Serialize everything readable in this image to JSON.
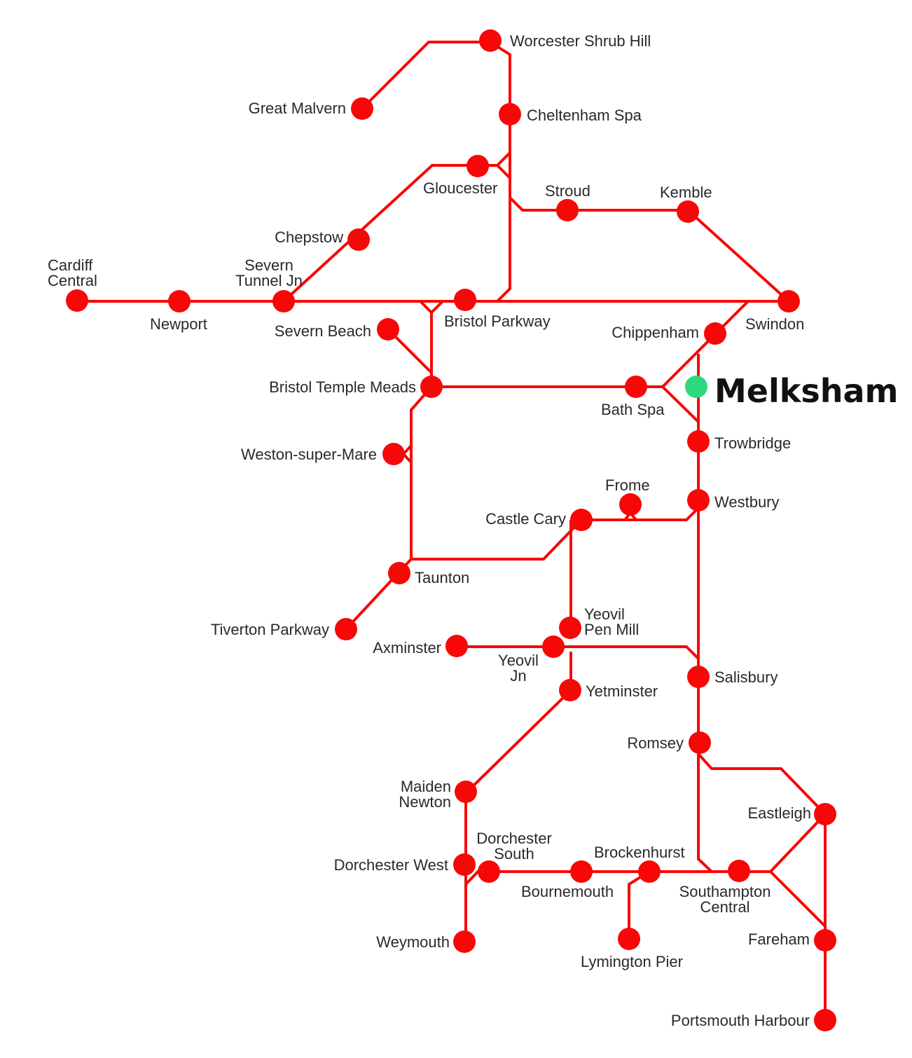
{
  "colors": {
    "line": "#f70808",
    "station": "#f70808",
    "highlight": "#2ed87e",
    "label": "#2a2a2a"
  },
  "stations": [
    {
      "id": "worcester-shrub-hill",
      "label": [
        "Worcester Shrub Hill"
      ]
    },
    {
      "id": "great-malvern",
      "label": [
        "Great Malvern"
      ]
    },
    {
      "id": "cheltenham-spa",
      "label": [
        "Cheltenham Spa"
      ]
    },
    {
      "id": "gloucester",
      "label": [
        "Gloucester"
      ]
    },
    {
      "id": "stroud",
      "label": [
        "Stroud"
      ]
    },
    {
      "id": "kemble",
      "label": [
        "Kemble"
      ]
    },
    {
      "id": "chepstow",
      "label": [
        "Chepstow"
      ]
    },
    {
      "id": "cardiff-central",
      "label": [
        "Cardiff",
        "Central"
      ]
    },
    {
      "id": "newport",
      "label": [
        "Newport"
      ]
    },
    {
      "id": "severn-tunnel-jn",
      "label": [
        "Severn",
        "Tunnel Jn"
      ]
    },
    {
      "id": "bristol-parkway",
      "label": [
        "Bristol Parkway"
      ]
    },
    {
      "id": "swindon",
      "label": [
        "Swindon"
      ]
    },
    {
      "id": "severn-beach",
      "label": [
        "Severn Beach"
      ]
    },
    {
      "id": "chippenham",
      "label": [
        "Chippenham"
      ]
    },
    {
      "id": "bristol-temple-meads",
      "label": [
        "Bristol Temple Meads"
      ]
    },
    {
      "id": "bath-spa",
      "label": [
        "Bath Spa"
      ]
    },
    {
      "id": "trowbridge",
      "label": [
        "Trowbridge"
      ]
    },
    {
      "id": "weston-super-mare",
      "label": [
        "Weston-super-Mare"
      ]
    },
    {
      "id": "frome",
      "label": [
        "Frome"
      ]
    },
    {
      "id": "westbury",
      "label": [
        "Westbury"
      ]
    },
    {
      "id": "castle-cary",
      "label": [
        "Castle Cary"
      ]
    },
    {
      "id": "taunton",
      "label": [
        "Taunton"
      ]
    },
    {
      "id": "tiverton-parkway",
      "label": [
        "Tiverton Parkway"
      ]
    },
    {
      "id": "yeovil-pen-mill",
      "label": [
        "Yeovil",
        "Pen Mill"
      ]
    },
    {
      "id": "axminster",
      "label": [
        "Axminster"
      ]
    },
    {
      "id": "yeovil-jn",
      "label": [
        "Yeovil",
        "Jn"
      ]
    },
    {
      "id": "salisbury",
      "label": [
        "Salisbury"
      ]
    },
    {
      "id": "yetminster",
      "label": [
        "Yetminster"
      ]
    },
    {
      "id": "romsey",
      "label": [
        "Romsey"
      ]
    },
    {
      "id": "maiden-newton",
      "label": [
        "Maiden",
        "Newton"
      ]
    },
    {
      "id": "eastleigh",
      "label": [
        "Eastleigh"
      ]
    },
    {
      "id": "dorchester-west",
      "label": [
        "Dorchester West"
      ]
    },
    {
      "id": "dorchester-south",
      "label": [
        "Dorchester",
        "South"
      ]
    },
    {
      "id": "bournemouth",
      "label": [
        "Bournemouth"
      ]
    },
    {
      "id": "brockenhurst",
      "label": [
        "Brockenhurst"
      ]
    },
    {
      "id": "southampton-central",
      "label": [
        "Southampton",
        "Central"
      ]
    },
    {
      "id": "fareham",
      "label": [
        "Fareham"
      ]
    },
    {
      "id": "weymouth",
      "label": [
        "Weymouth"
      ]
    },
    {
      "id": "lymington-pier",
      "label": [
        "Lymington Pier"
      ]
    },
    {
      "id": "portsmouth-harbour",
      "label": [
        "Portsmouth Harbour"
      ]
    }
  ],
  "highlight": {
    "id": "melksham",
    "label": "Melksham"
  }
}
